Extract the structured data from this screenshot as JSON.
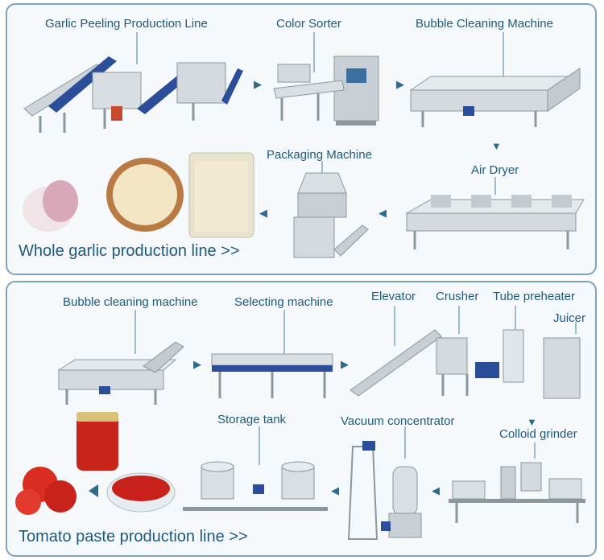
{
  "garlic": {
    "labels": {
      "peeling_line": "Garlic Peeling Production Line",
      "color_sorter": "Color Sorter",
      "bubble_cleaning": "Bubble Cleaning Machine",
      "packaging": "Packaging Machine",
      "air_dryer": "Air Dryer"
    },
    "title": "Whole garlic production line >>"
  },
  "tomato": {
    "labels": {
      "bubble_cleaning": "Bubble cleaning machine",
      "selecting": "Selecting machine",
      "elevator": "Elevator",
      "crusher": "Crusher",
      "tube_preheater": "Tube preheater",
      "juicer": "Juicer",
      "storage_tank": "Storage  tank",
      "vacuum_concentrator": "Vacuum  concentrator",
      "colloid_grinder": "Colloid grinder"
    },
    "title": "Tomato paste production line >>"
  },
  "colors": {
    "accent": "#1d5a7c",
    "border": "#7fa3bd",
    "steel": "#b9c3ca",
    "belt": "#2b4d9a"
  }
}
